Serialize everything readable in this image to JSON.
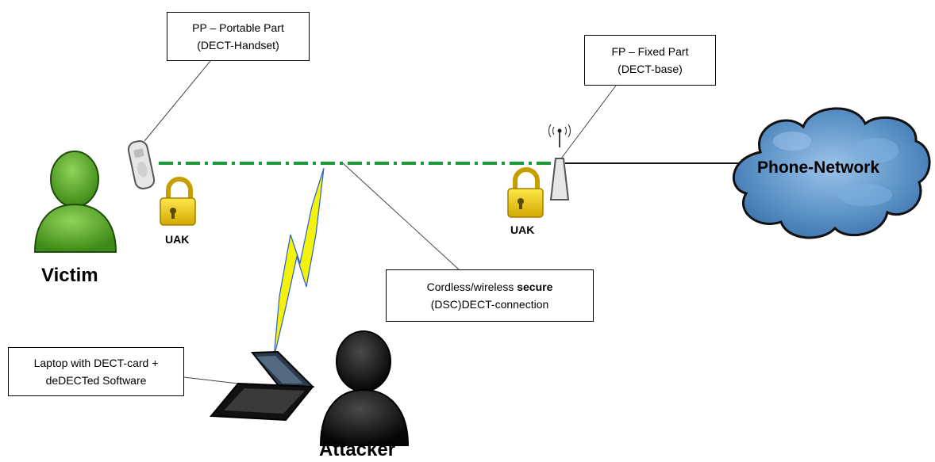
{
  "handset_box": {
    "line1": "PP – Portable Part",
    "line2": "(DECT-Handset)"
  },
  "base_box": {
    "line1": "FP – Fixed Part",
    "line2": "(DECT-base)"
  },
  "connection_box": {
    "line1_prefix": "Cordless/wireless ",
    "line1_bold": "secure",
    "line2": "(DSC)DECT-connection"
  },
  "laptop_box": {
    "line1": "Laptop with DECT-card +",
    "line2": "deDECTed Software"
  },
  "labels": {
    "victim": "Victim",
    "attacker": "Attacker",
    "uak_handset": "UAK",
    "uak_base": "UAK",
    "cloud": "Phone-Network"
  },
  "colors": {
    "victim_green": "#4a9a1e",
    "attacker_black": "#111111",
    "link_green": "#1a9a3a",
    "lock_yellow": "#f0d010",
    "lightning_yellow": "#f2f20c",
    "cloud_blue": "#5f95c8"
  }
}
